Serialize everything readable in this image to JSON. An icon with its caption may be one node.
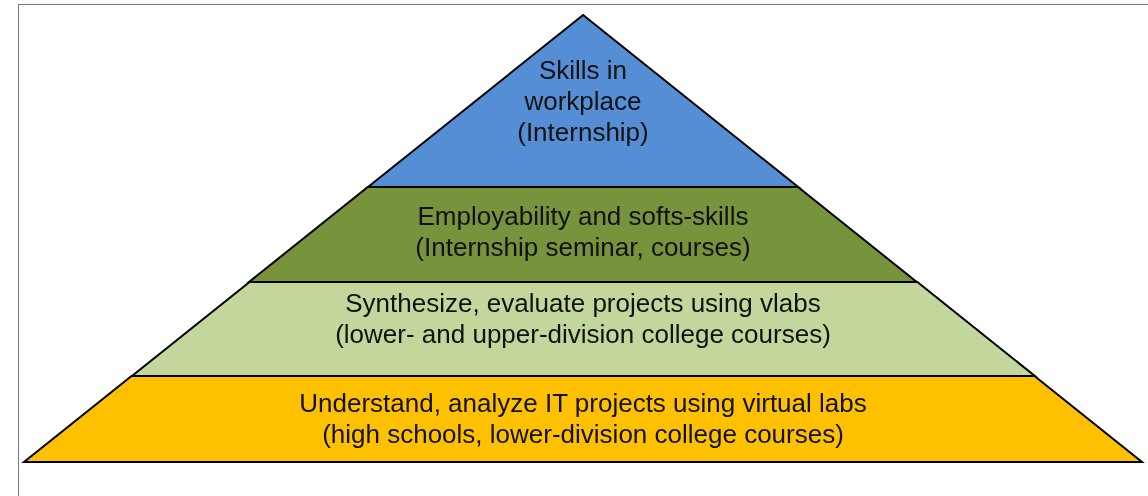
{
  "diagram": {
    "nodes": [
      {
        "text": [
          "Skills in workplace",
          "(Internship)"
        ]
      },
      {
        "text": [
          "Employability and softs-skills",
          "(Internship seminar, courses)"
        ]
      },
      {
        "text": [
          "Synthesize, evaluate projects using vlabs",
          "(lower- and upper-division college courses)"
        ]
      },
      {
        "text": [
          "Understand, analyze IT projects using virtual labs",
          "(high schools, lower-division college courses)"
        ]
      }
    ]
  }
}
